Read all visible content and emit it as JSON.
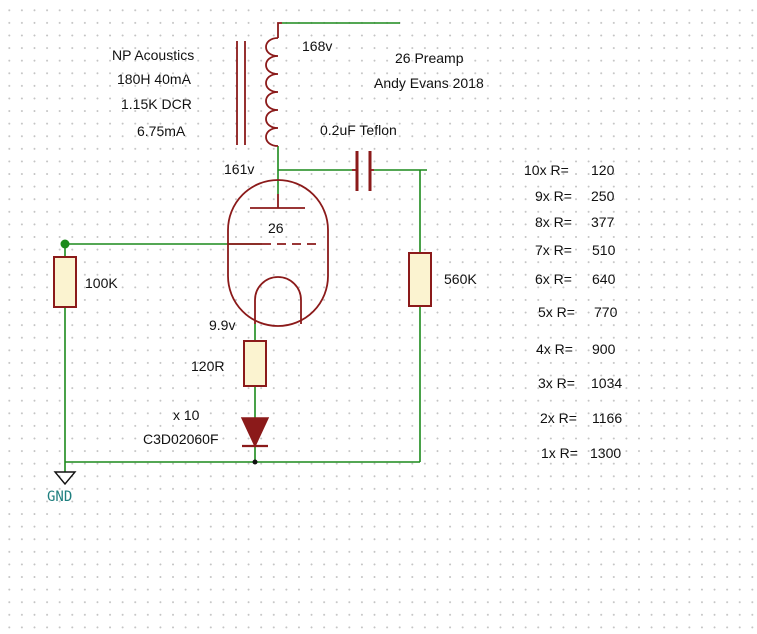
{
  "notes": {
    "choke_brand": "NP Acoustics",
    "choke_spec": "180H 40mA",
    "choke_dcr": "1.15K DCR",
    "choke_current": "6.75mA",
    "title": "26 Preamp",
    "author": "Andy Evans 2018"
  },
  "voltages": {
    "supply": "168v",
    "plate": "161v",
    "cathode": "9.9v"
  },
  "components": {
    "capacitor": "0.2uF Teflon",
    "tube": "26",
    "grid_resistor": "100K",
    "output_resistor": "560K",
    "cathode_resistor": "120R",
    "diode_count": "x 10",
    "diode_part": "C3D02060F",
    "ground": "GND"
  },
  "resistor_table": [
    {
      "label": "10x R=",
      "value": "120"
    },
    {
      "label": "9x R=",
      "value": "250"
    },
    {
      "label": "8x R=",
      "value": "377"
    },
    {
      "label": "7x R=",
      "value": "510"
    },
    {
      "label": "6x R=",
      "value": "640"
    },
    {
      "label": "5x R=",
      "value": "770"
    },
    {
      "label": "4x R=",
      "value": "900"
    },
    {
      "label": "3x R=",
      "value": "1034"
    },
    {
      "label": "2x R=",
      "value": "1166"
    },
    {
      "label": "1x R=",
      "value": "1300"
    }
  ],
  "colors": {
    "wire": "#1c8a1c",
    "component": "#8b1a1a",
    "component_fill": "#fbf3d0",
    "ground_label": "#1f7f7f"
  }
}
